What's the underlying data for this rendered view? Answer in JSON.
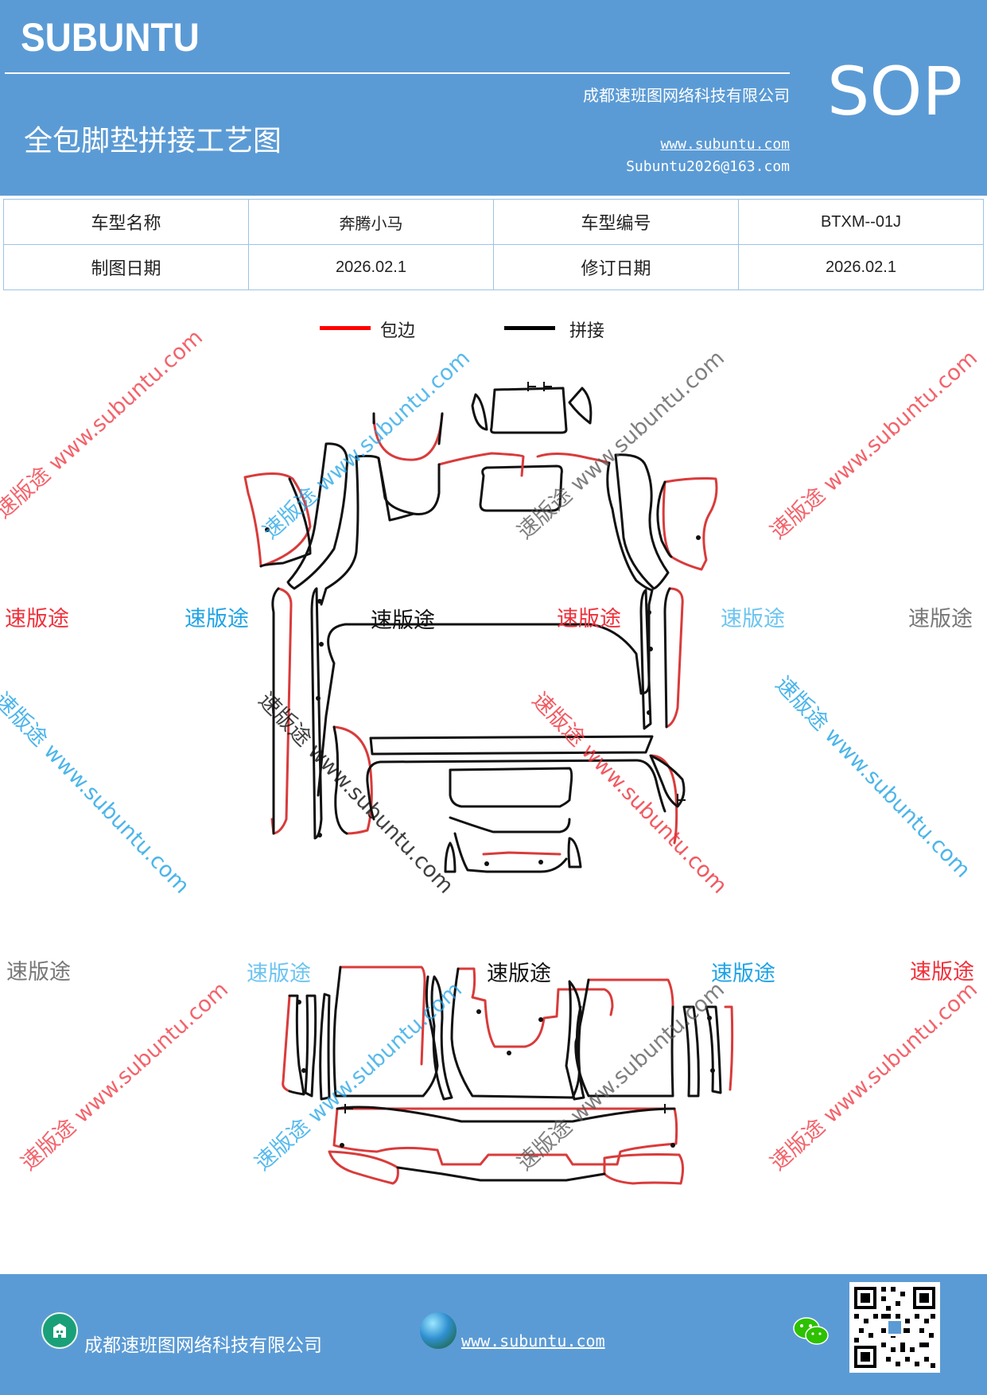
{
  "header": {
    "logo": "SUBUNTU",
    "company": "成都速班图网络科技有限公司",
    "title": "全包脚垫拼接工艺图",
    "website": "www.subuntu.com",
    "email": "Subuntu2026@163.com",
    "badge": "SOP"
  },
  "info_table": {
    "rows": [
      [
        "车型名称",
        "奔腾小马",
        "车型编号",
        "BTXM--01J"
      ],
      [
        "制图日期",
        "2026.02.1",
        "修订日期",
        "2026.02.1"
      ]
    ]
  },
  "legend": {
    "items": [
      {
        "label": "包边",
        "color": "#ff0000"
      },
      {
        "label": "拼接",
        "color": "#000000"
      }
    ]
  },
  "watermarks": {
    "brand": "速版途",
    "diagonal": "速版途 www.subuntu.com"
  },
  "colors": {
    "header_bg": "#5b9bd5",
    "edge_red": "#d93b3b",
    "seam_black": "#111111",
    "wm_red": "#f0303a",
    "wm_blue": "#1fa3e6",
    "wm_light_blue": "#6cc4f0",
    "wm_gray": "#777777"
  },
  "footer": {
    "company": "成都速班图网络科技有限公司",
    "website": "www.subuntu.com",
    "company_icon": "building-icon",
    "globe_icon": "globe-icon",
    "wechat_icon": "wechat-icon",
    "qr_icon": "qr-code"
  }
}
